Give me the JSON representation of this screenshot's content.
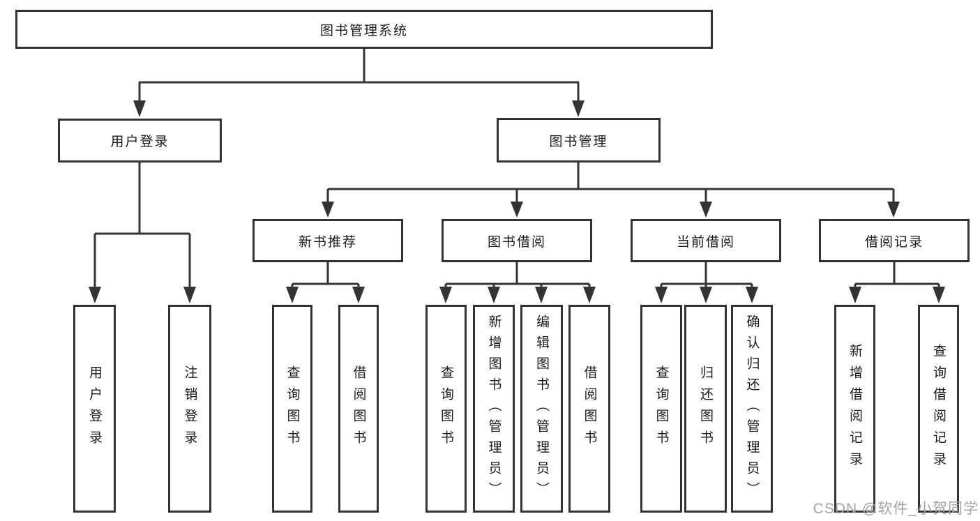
{
  "root_label": "图书管理系统",
  "level2": [
    "用户登录",
    "图书管理"
  ],
  "level3": [
    "新书推荐",
    "图书借阅",
    "当前借阅",
    "借阅记录"
  ],
  "leaves": [
    [
      "用户登录",
      "注销登录"
    ],
    [
      "查询图书",
      "借阅图书"
    ],
    [
      "查询图书",
      "新增图书（管理员）",
      "编辑图书（管理员）",
      "借阅图书"
    ],
    [
      "查询图书",
      "归还图书",
      "确认归还（管理员）"
    ],
    [
      "新增借阅记录",
      "查询借阅记录"
    ]
  ],
  "watermark": "CSDN @软件_小贺同学",
  "colors": {
    "line": "#333333",
    "text": "#1a1a1a",
    "watermark": "#a3a3a3",
    "background": "#ffffff"
  }
}
